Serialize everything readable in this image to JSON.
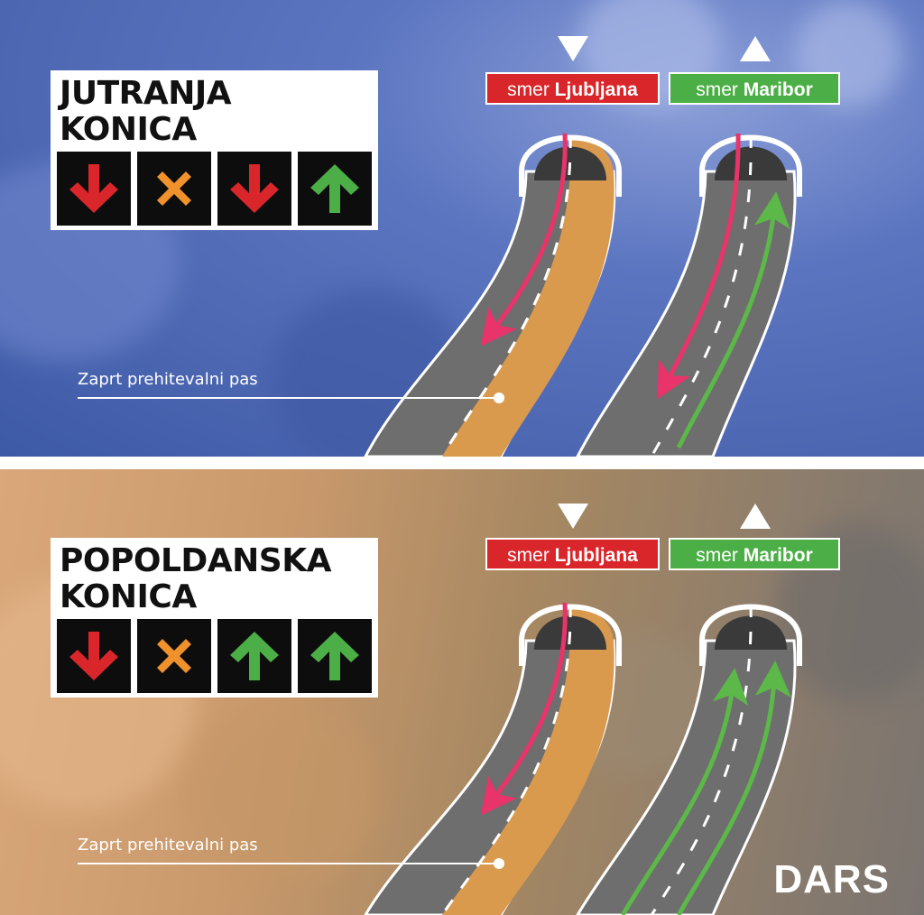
{
  "panels": [
    {
      "title_line1": "JUTRANJA",
      "title_line2": "KONICA",
      "signals": [
        "arrow-down",
        "cross",
        "arrow-down",
        "arrow-up"
      ],
      "closed_lane_label": "Zaprt prehitevalni pas"
    },
    {
      "title_line1": "POPOLDANSKA",
      "title_line2": "KONICA",
      "signals": [
        "arrow-down",
        "cross",
        "arrow-up",
        "arrow-up"
      ],
      "closed_lane_label": "Zaprt prehitevalni pas"
    }
  ],
  "direction_labels": {
    "ljubljana_prefix": "smer ",
    "ljubljana_name": "Ljubljana",
    "maribor_prefix": "smer ",
    "maribor_name": "Maribor"
  },
  "brand": "DARS",
  "colors": {
    "signal_red": "#d9262a",
    "signal_orange": "#f0922b",
    "signal_green": "#4cae46",
    "lane_pink": "#e8336b",
    "lane_green": "#5cb848",
    "closed_lane_orange": "#d99a4e",
    "road_gray": "#6e6e6e"
  }
}
